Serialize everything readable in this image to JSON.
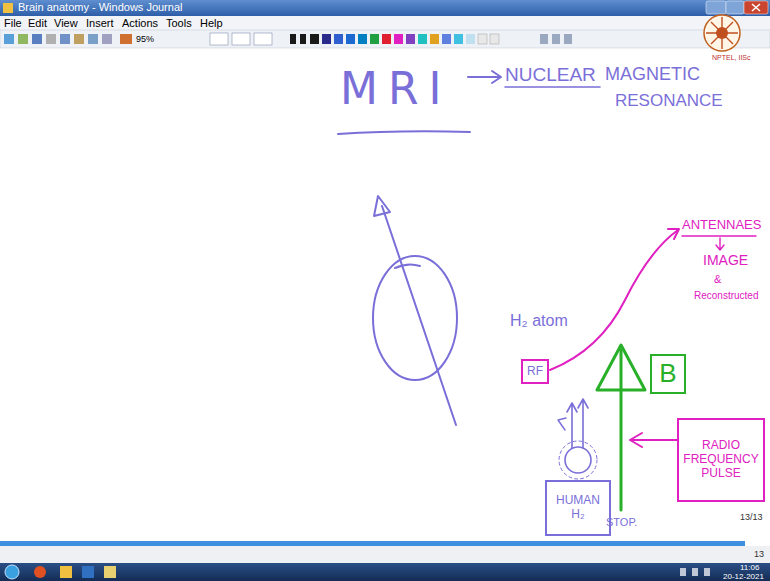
{
  "diagram": {
    "title": "MRI",
    "nodes": [
      {
        "text": [
          "RF"
        ]
      },
      {
        "text": [
          "B"
        ]
      },
      {
        "text": [
          "RADIO FREQUENCY PULSE"
        ]
      },
      {
        "text": [
          "HUMAN H₂"
        ]
      }
    ],
    "labels": [
      "Brain anatomy - Windows Journal",
      "File",
      "Edit",
      "View",
      "Insert",
      "Actions",
      "Tools",
      "Help",
      "95%",
      "NUCLEAR",
      "MAGNETIC",
      "RESONANCE",
      "NPTEL, IISc",
      "H₂ atom",
      "ANTENNAES",
      "IMAGE",
      "&",
      "Reconstructed",
      "STOP.",
      "13/13",
      "13",
      "11:06",
      "20-12-2021"
    ]
  }
}
